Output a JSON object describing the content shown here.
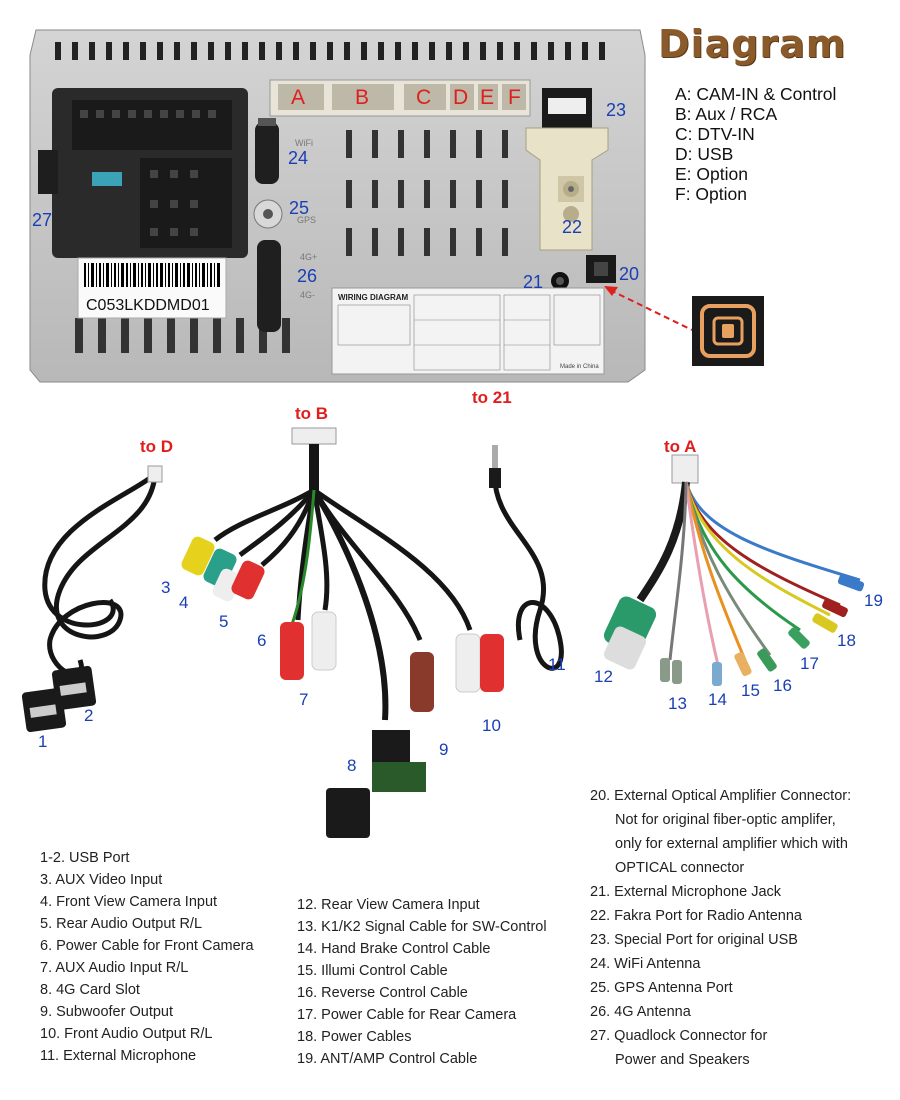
{
  "title": "Diagram",
  "legend": [
    "A: CAM-IN & Control",
    "B: Aux / RCA",
    "C: DTV-IN",
    "D: USB",
    "E: Option",
    "F: Option"
  ],
  "unit": {
    "barcode_text": "C053LKDDMD01",
    "connector_letters": [
      "A",
      "B",
      "C",
      "D",
      "E",
      "F"
    ],
    "side_texts": [
      "WiFi",
      "GPS",
      "4G+",
      "4G-"
    ],
    "wiring_diagram_label": "WIRING DIAGRAM",
    "made_in": "Made in China",
    "number_labels": [
      "23",
      "24",
      "25",
      "26",
      "27",
      "22",
      "21",
      "20"
    ]
  },
  "cable_callouts": {
    "to_d": "to D",
    "to_b": "to B",
    "to_21": "to 21",
    "to_a": "to A"
  },
  "cable_numbers": [
    "1",
    "2",
    "3",
    "4",
    "5",
    "6",
    "7",
    "8",
    "9",
    "10",
    "11",
    "12",
    "13",
    "14",
    "15",
    "16",
    "17",
    "18",
    "19"
  ],
  "list_col1": [
    "1-2. USB Port",
    "3. AUX Video Input",
    "4. Front View Camera Input",
    "5. Rear Audio Output R/L",
    "6. Power Cable for Front Camera",
    "7. AUX Audio Input R/L",
    "8. 4G Card Slot",
    "9. Subwoofer Output",
    "10. Front Audio Output R/L",
    "11. External Microphone"
  ],
  "list_col2": [
    "12. Rear View Camera Input",
    "13. K1/K2 Signal Cable for SW-Control",
    "14. Hand Brake Control Cable",
    "15. Illumi Control Cable",
    "16. Reverse Control Cable",
    "17. Power Cable for Rear Camera",
    "18. Power Cables",
    "19. ANT/AMP Control Cable"
  ],
  "list_col3": [
    "20. External Optical Amplifier Connector:",
    "Not for original fiber-optic amplifer,",
    "only for external amplifier which with",
    "OPTICAL connector",
    "21. External Microphone Jack",
    "22. Fakra Port for Radio Antenna",
    "23. Special Port for original USB",
    "24. WiFi Antenna",
    "25. GPS Antenna Port",
    "26. 4G Antenna",
    "27. Quadlock Connector for",
    "Power and Speakers"
  ]
}
